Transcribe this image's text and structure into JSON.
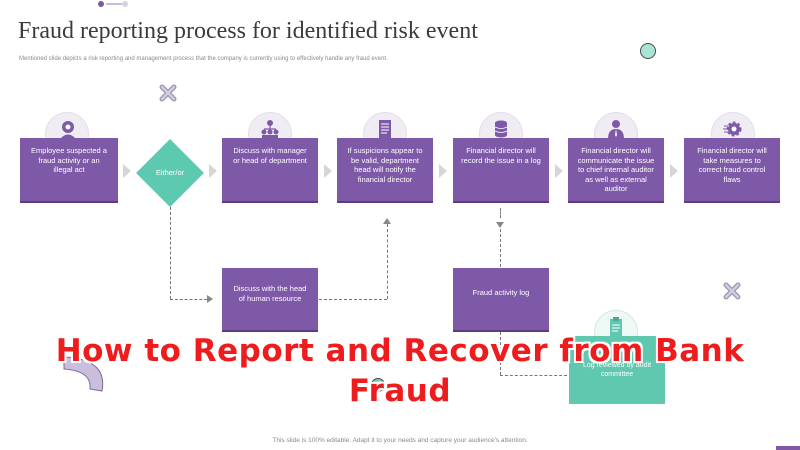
{
  "header": {
    "title": "Fraud reporting process for identified risk event",
    "subtitle": "Mentioned slide depicts a risk reporting and management process that the company is currently using to effectively handle any fraud event."
  },
  "flow": {
    "step1": "Employee suspected a fraud activity or an illegal act",
    "decision": "Either/or",
    "step2": "Discuss with manager or head of department",
    "step3": "If suspicions appear to be valid, department head will notify the financial director",
    "step4": "Financial director will record the issue in a log",
    "step5": "Financial director will communicate the issue to chief internal auditor as well as external auditor",
    "step6": "Financial director will take measures to correct fraud control flaws",
    "alt_step": "Discuss with the head of human resource",
    "log_box": "Fraud activity log",
    "audit_box": "Log reviewed by audit committee"
  },
  "overlay": {
    "line1": "How to Report and Recover from Bank",
    "line2": "Fraud"
  },
  "footer": {
    "note": "This slide is 100% editable. Adapt it to your needs and capture your audience's attention."
  },
  "colors": {
    "accent_purple": "#7e59a7",
    "accent_teal": "#5dc9b0",
    "overlay_red": "#ee1c1c"
  },
  "icons": [
    "fraud-person-icon",
    "org-chart-icon",
    "document-icon",
    "database-icon",
    "auditor-icon",
    "gear-icon",
    "close-x-icon",
    "clipboard-icon"
  ]
}
